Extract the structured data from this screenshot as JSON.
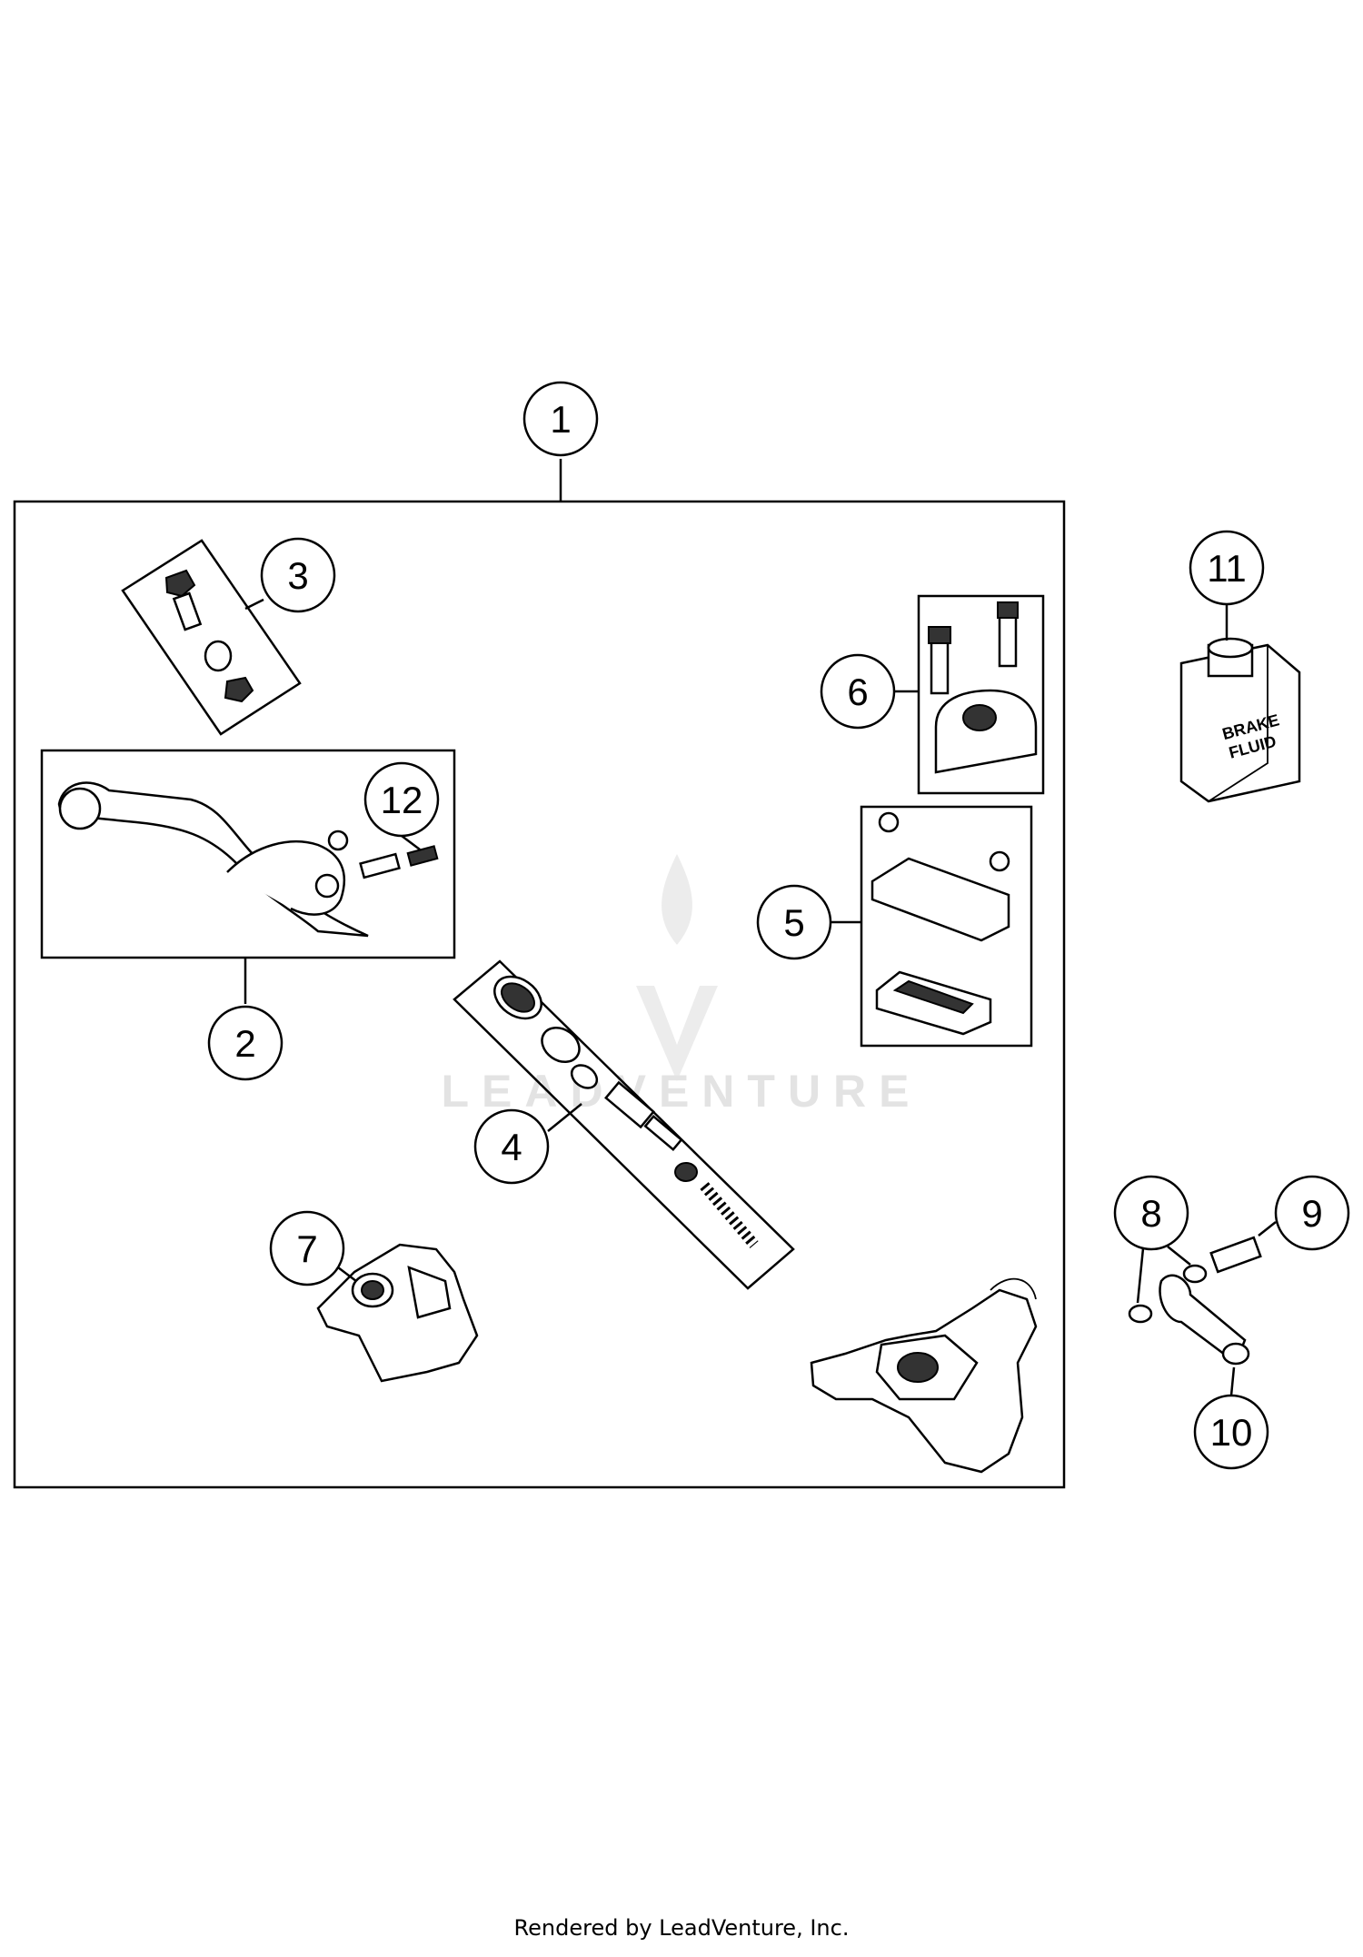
{
  "diagram": {
    "callouts": [
      "1",
      "2",
      "3",
      "4",
      "5",
      "6",
      "7",
      "8",
      "9",
      "10",
      "11",
      "12"
    ],
    "brake_fluid_label_line1": "BRAKE",
    "brake_fluid_label_line2": "FLUID",
    "watermark": "LEADVENTURE"
  },
  "footer": {
    "credit": "Rendered by LeadVenture, Inc."
  },
  "colors": {
    "line": "#000000",
    "background": "#ffffff",
    "watermark": "#e3e3e3"
  }
}
